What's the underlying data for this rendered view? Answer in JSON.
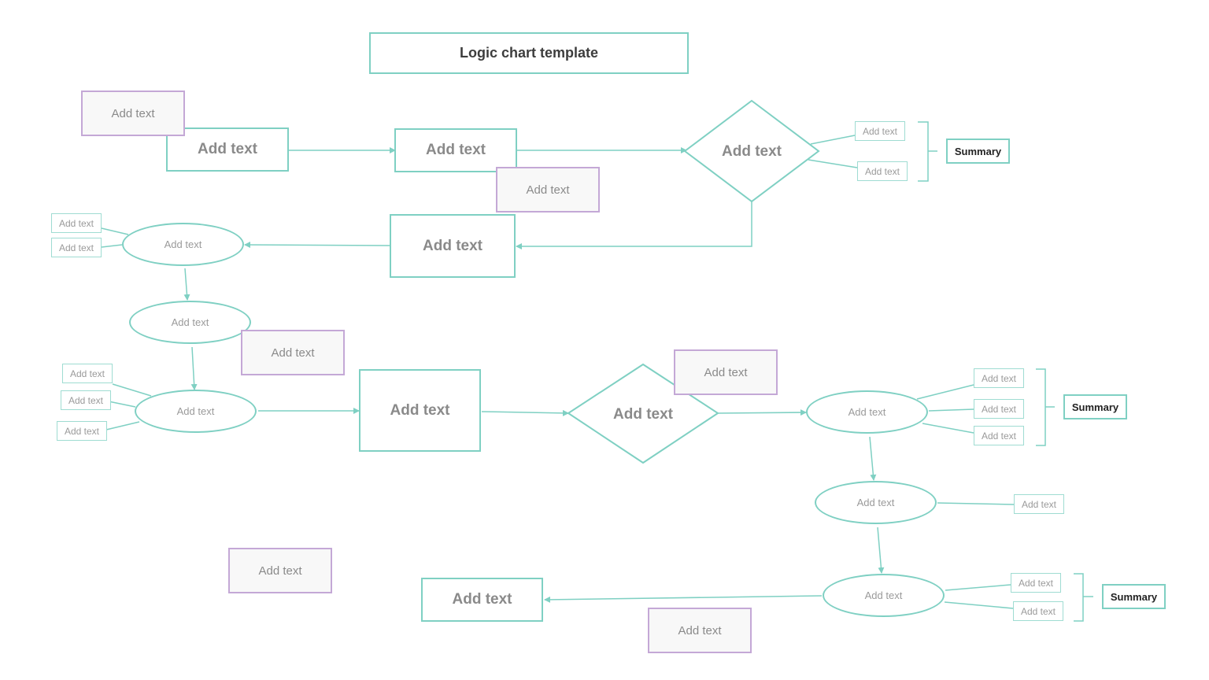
{
  "title": "Logic chart template",
  "placeholder": "Add text",
  "summary": "Summary",
  "colors": {
    "accent": "#7fd0c3",
    "secondary": "#c4a8d6",
    "text": "#8a8a8a"
  },
  "nodes": {
    "rect_top_left": "Add text",
    "rect_top_mid": "Add text",
    "diamond_top": "Add text",
    "rect_second_row": "Add text",
    "ellipse_left_1": "Add text",
    "ellipse_left_2": "Add text",
    "ellipse_left_3": "Add text",
    "rect_middle": "Add text",
    "diamond_middle": "Add text",
    "ellipse_right_1": "Add text",
    "ellipse_right_2": "Add text",
    "ellipse_right_3": "Add text",
    "rect_bottom": "Add text"
  },
  "notes": {
    "note_top_left": "Add text",
    "note_top_mid": "Add text",
    "note_left_mid": "Add text",
    "note_middle": "Add text",
    "note_bottom_left": "Add text",
    "note_bottom_mid": "Add text"
  },
  "side_labels": {
    "diamond_top_1": "Add text",
    "diamond_top_2": "Add text",
    "ellipse_left_1_a": "Add text",
    "ellipse_left_1_b": "Add text",
    "ellipse_left_3_a": "Add text",
    "ellipse_left_3_b": "Add text",
    "ellipse_left_3_c": "Add text",
    "ellipse_right_1_a": "Add text",
    "ellipse_right_1_b": "Add text",
    "ellipse_right_1_c": "Add text",
    "ellipse_right_2_a": "Add text",
    "ellipse_right_3_a": "Add text",
    "ellipse_right_3_b": "Add text"
  },
  "summaries": {
    "summary_1": "Summary",
    "summary_2": "Summary",
    "summary_3": "Summary"
  }
}
